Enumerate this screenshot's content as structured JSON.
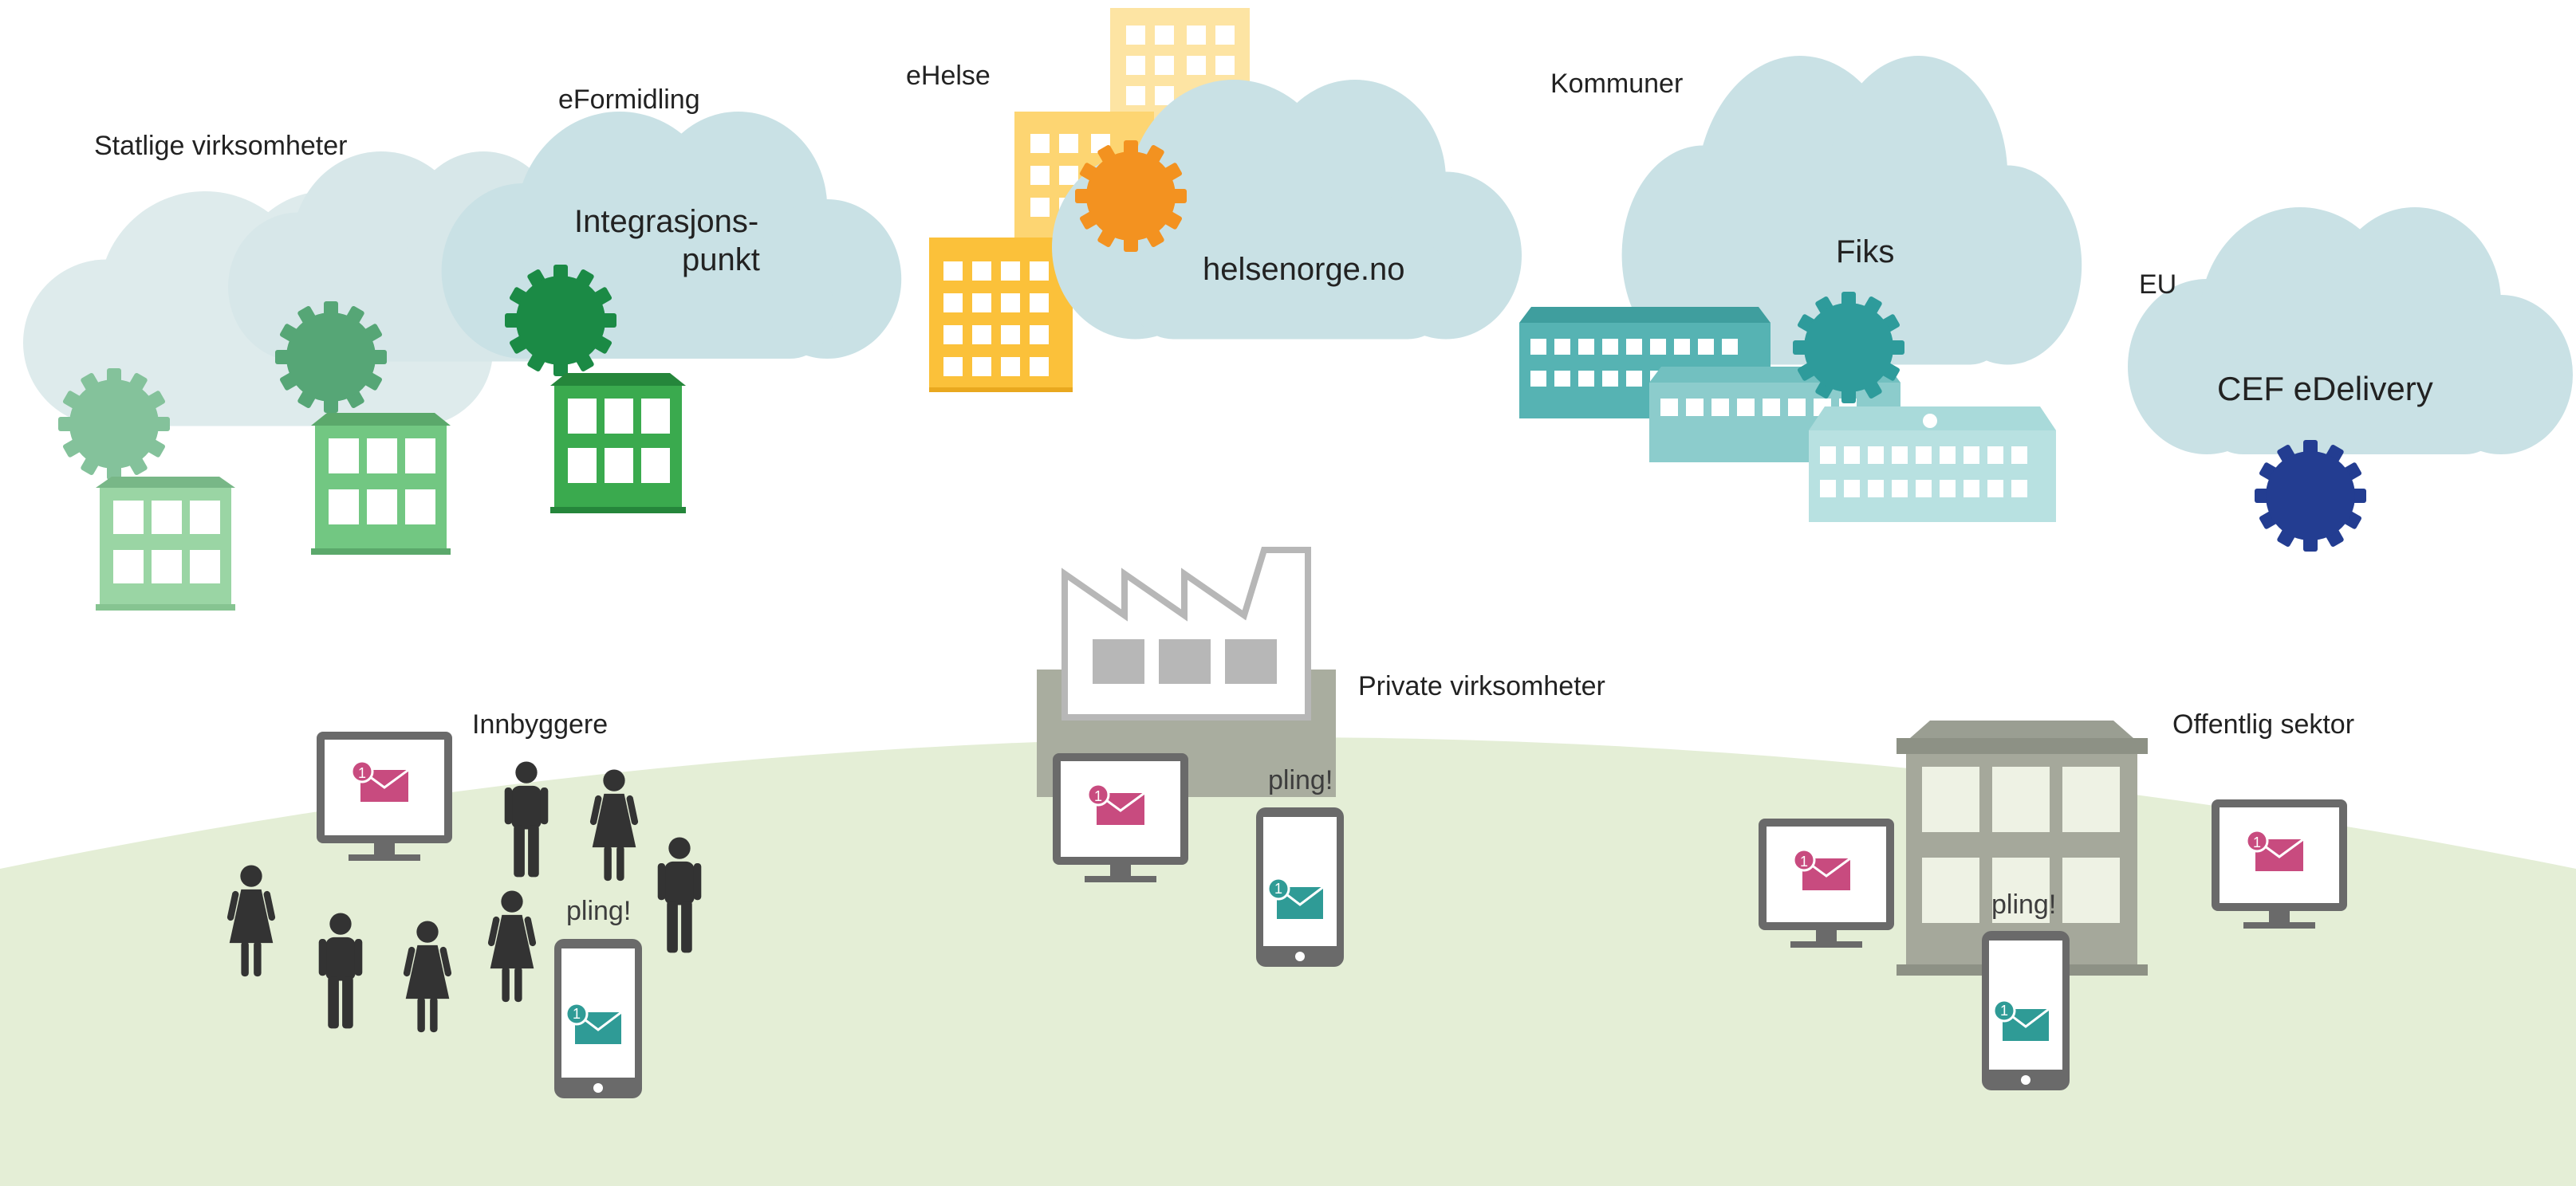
{
  "labels": {
    "statlige": "Statlige virksomheter",
    "eformidling": "eFormidling",
    "integrasjon_line1": "Integrasjons-",
    "integrasjon_line2": "punkt",
    "ehelse": "eHelse",
    "helsenorge": "helsenorge.no",
    "kommuner": "Kommuner",
    "fiks": "Fiks",
    "eu": "EU",
    "cef": "CEF eDelivery",
    "private": "Private virksomheter",
    "innbyggere": "Innbyggere",
    "offentlig": "Offentlig sektor",
    "pling": "pling!"
  },
  "notification_count": "1",
  "colors": {
    "ground": "#e4eed6",
    "cloud": "#c9e1e5",
    "cloud_faded": "#dbe9ea",
    "gear_statlige_1": "#84c29b",
    "gear_statlige_2": "#56a676",
    "gear_eformidling": "#1b8a45",
    "gear_ehelse": "#f39220",
    "gear_fiks": "#2e9b9b",
    "gear_eu": "#233d91",
    "building_statlige_1": "#9ad5a4",
    "building_statlige_2": "#72c782",
    "building_statlige_3": "#3aaa4e",
    "hospital": "#fbc13a",
    "municipal": "#56b3b3",
    "factory_outline": "#b7b7b7",
    "factory_base": "#a9ad9f",
    "office_building": "#a5a89b",
    "device_frame": "#6a6a6a",
    "envelope_pink": "#c84b7f",
    "envelope_teal": "#2f9b96",
    "person": "#333333"
  }
}
